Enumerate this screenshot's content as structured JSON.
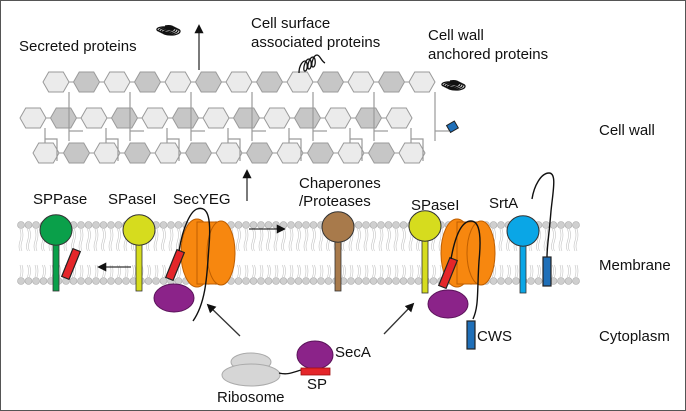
{
  "title": "Protein secretion pathway in Gram-positive bacteria",
  "colors": {
    "hex_light": "#ebebeb",
    "hex_dark": "#c6c6c6",
    "hex_stroke": "#9a9a9a",
    "lipid_head": "#cfcfcf",
    "sppase": "#0aa04a",
    "spase": "#d6dc1e",
    "secyeg": "#f7870f",
    "seca": "#8b2389",
    "chaperone": "#a87a4b",
    "srta": "#0aa6e6",
    "signal_peptide": "#e4262a",
    "cws": "#1f6fb8",
    "ribosome": "#d6d6d6"
  },
  "labels": {
    "secreted": "Secreted proteins",
    "surface_line1": "Cell surface",
    "surface_line2": "associated proteins",
    "anchored_line1": "Cell wall",
    "anchored_line2": "anchored proteins",
    "cell_wall": "Cell wall",
    "membrane": "Membrane",
    "cytoplasm": "Cytoplasm",
    "sppase": "SPPase",
    "spase_left": "SPaseI",
    "secyeg": "SecYEG",
    "chaperones_line1": "Chaperones",
    "chaperones_line2": "/Proteases",
    "spase_right": "SPaseI",
    "srta": "SrtA",
    "cws": "CWS",
    "seca": "SecA",
    "sp": "SP",
    "ribosome": "Ribosome"
  }
}
